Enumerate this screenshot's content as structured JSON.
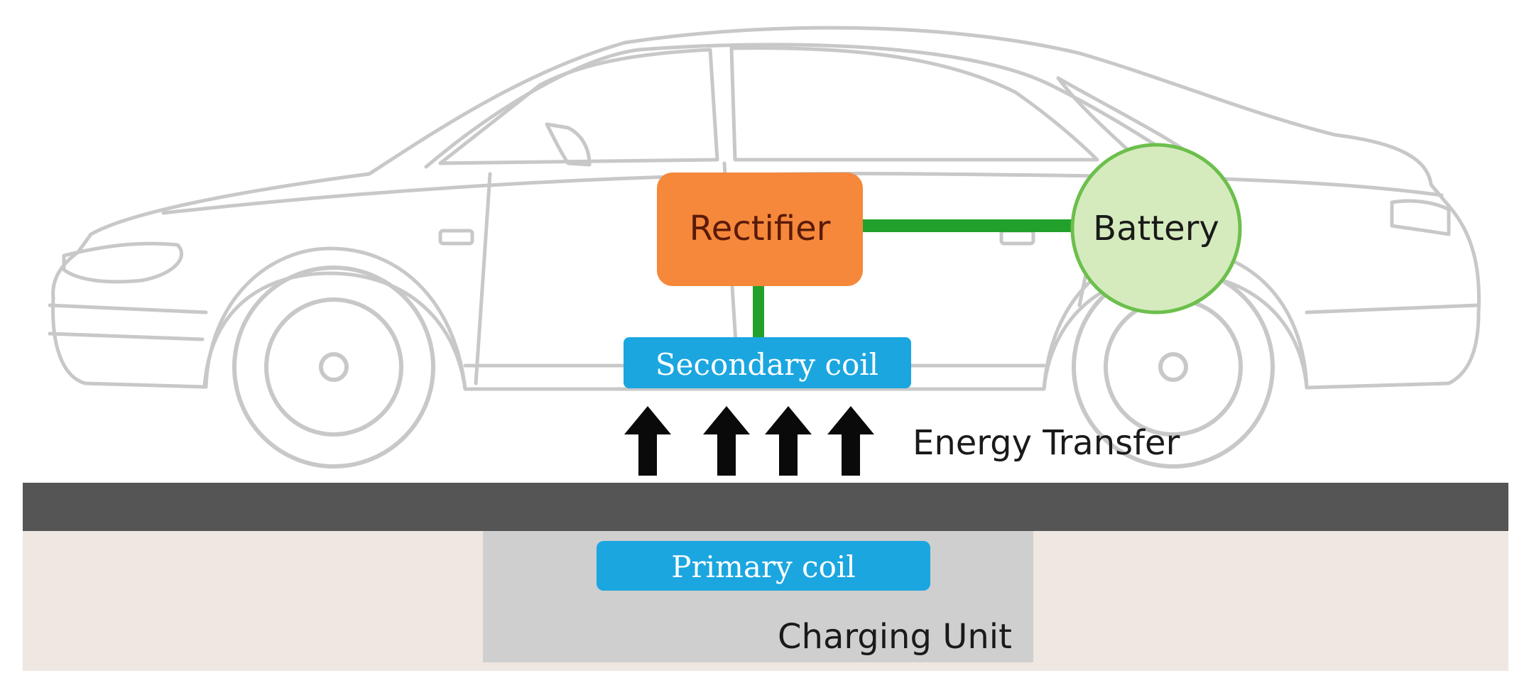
{
  "labels": {
    "rectifier": "Rectifier",
    "battery": "Battery",
    "secondary_coil": "Secondary coil",
    "primary_coil": "Primary coil",
    "energy_transfer": "Energy Transfer",
    "charging_unit": "Charging Unit"
  },
  "colors": {
    "rectifier_fill": "#f5883a",
    "rectifier_text": "#5a1a08",
    "battery_fill": "#d5ebbe",
    "battery_stroke": "#6cbf4c",
    "connector": "#21a12b",
    "coil_fill": "#1ba6e0",
    "coil_text": "#ffffff",
    "road": "#555555",
    "ground": "#efe7e2",
    "charging_pad": "#cfcfcf",
    "car_outline": "#c8c8c8",
    "arrow": "#0a0a0a"
  },
  "arrow_count": 4
}
